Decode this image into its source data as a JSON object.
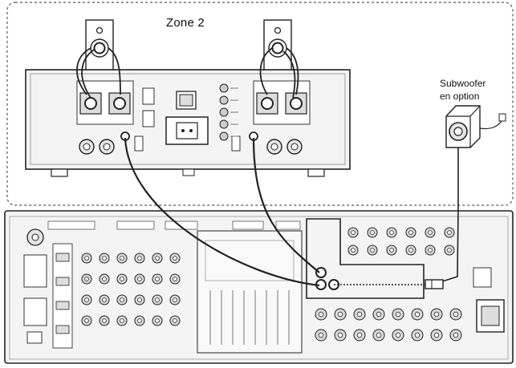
{
  "diagram": {
    "zone_label": "Zone 2",
    "subwoofer_label_line1": "Subwoofer",
    "subwoofer_label_line2": "en option"
  },
  "components": [
    {
      "id": "speaker-left",
      "kind": "speaker"
    },
    {
      "id": "speaker-right",
      "kind": "speaker"
    },
    {
      "id": "power-amplifier",
      "kind": "stereo amplifier"
    },
    {
      "id": "subwoofer",
      "kind": "powered subwoofer"
    },
    {
      "id": "av-receiver",
      "kind": "receiver rear panel"
    }
  ],
  "connections": [
    {
      "from": "power-amplifier",
      "to": "av-receiver",
      "kind": "rca cable"
    },
    {
      "from": "power-amplifier",
      "to": "av-receiver",
      "kind": "rca cable"
    },
    {
      "from": "subwoofer",
      "to": "av-receiver",
      "kind": "rca cable"
    },
    {
      "from": "speaker-left",
      "to": "power-amplifier",
      "kind": "speaker wire"
    },
    {
      "from": "speaker-right",
      "to": "power-amplifier",
      "kind": "speaker wire"
    }
  ],
  "colors": {
    "line": "#222222",
    "panel": "#f4f4f4",
    "jack": "#d9d9d9"
  }
}
